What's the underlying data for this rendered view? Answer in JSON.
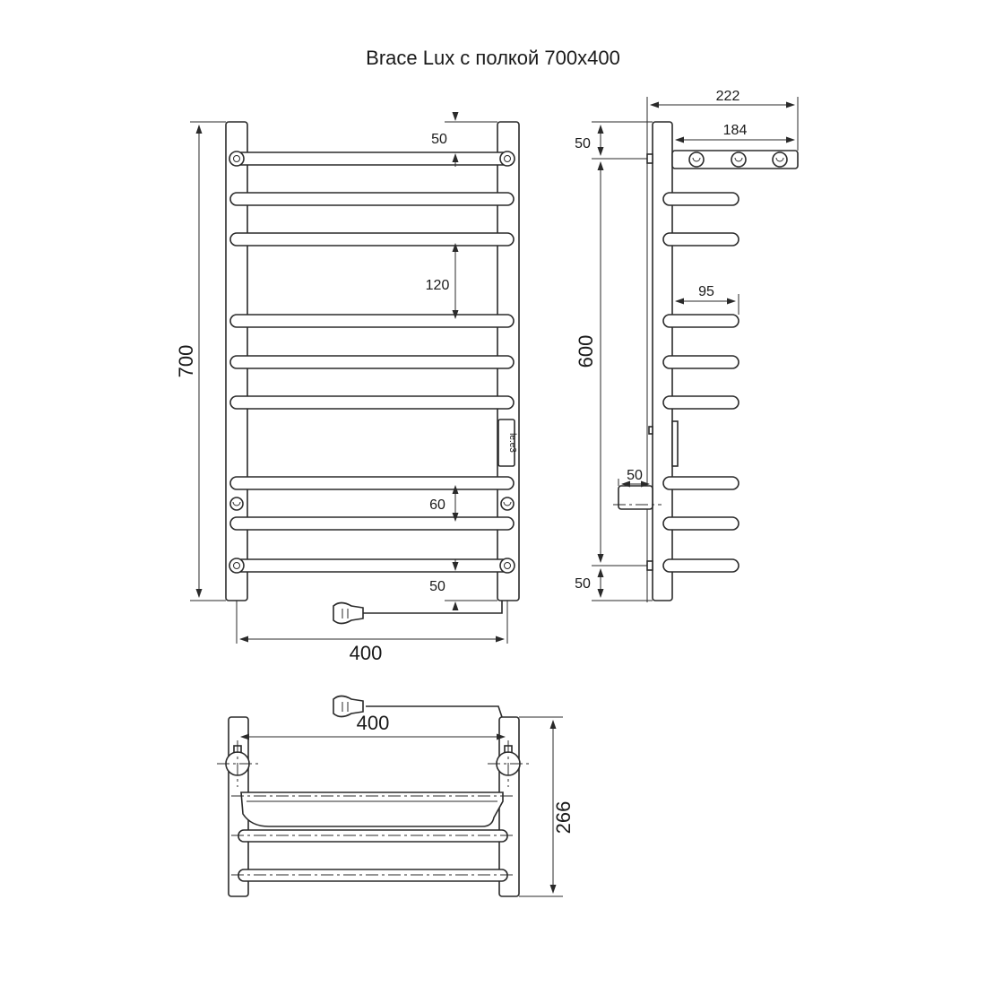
{
  "title": "Brace Lux с полкой 700x400",
  "front_view": {
    "height_label": "700",
    "width_label": "400",
    "top_offset_label": "50",
    "spacing_large_label": "120",
    "spacing_small_label": "60",
    "bottom_offset_label": "50",
    "controller_text": "le:e3"
  },
  "side_view": {
    "depth_total_label": "222",
    "depth_shelf_label": "184",
    "depth_bar_label": "95",
    "mount_height_label": "600",
    "top_offset_label": "50",
    "bottom_offset_label": "50",
    "mount_depth_label": "50"
  },
  "top_view": {
    "width_label": "400",
    "depth_label": "266"
  }
}
